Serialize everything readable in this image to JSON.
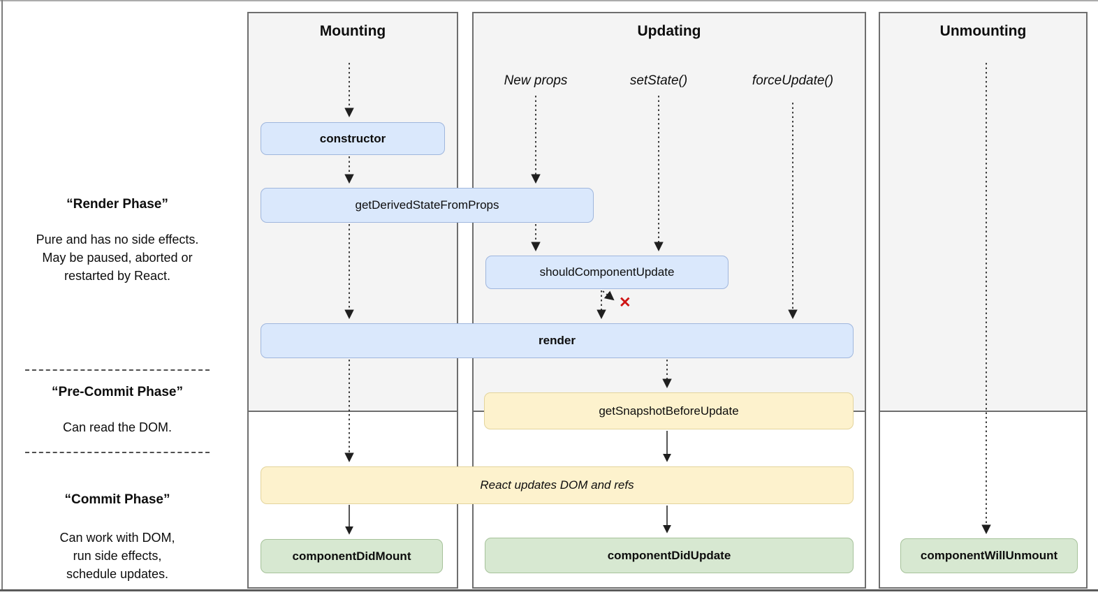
{
  "diagram": {
    "columns": {
      "mounting": {
        "title": "Mounting"
      },
      "updating": {
        "title": "Updating"
      },
      "unmounting": {
        "title": "Unmounting"
      }
    },
    "triggers": {
      "new_props": "New props",
      "set_state": "setState()",
      "force_update": "forceUpdate()"
    },
    "phases": {
      "render": {
        "title": "“Render Phase”",
        "description": "Pure and has no side effects.\nMay be paused, aborted or\nrestarted by React."
      },
      "pre_commit": {
        "title": "“Pre-Commit Phase”",
        "description": "Can read the DOM."
      },
      "commit": {
        "title": "“Commit Phase”",
        "description": "Can work with DOM,\nrun side effects,\nschedule updates."
      }
    },
    "nodes": {
      "constructor": "constructor",
      "get_derived_state_from_props": "getDerivedStateFromProps",
      "should_component_update": "shouldComponentUpdate",
      "render": "render",
      "get_snapshot_before_update": "getSnapshotBeforeUpdate",
      "react_updates_dom": "React updates DOM and refs",
      "component_did_mount": "componentDidMount",
      "component_did_update": "componentDidUpdate",
      "component_will_unmount": "componentWillUnmount"
    },
    "abort_mark": "✕",
    "colors": {
      "render_phase_box_fill": "#dae8fc",
      "pre_commit_box_fill": "#fdf2cd",
      "commit_box_fill": "#d7e8d1",
      "abort_mark_color": "#cf1515",
      "phase_shade": "#f4f4f4"
    }
  }
}
